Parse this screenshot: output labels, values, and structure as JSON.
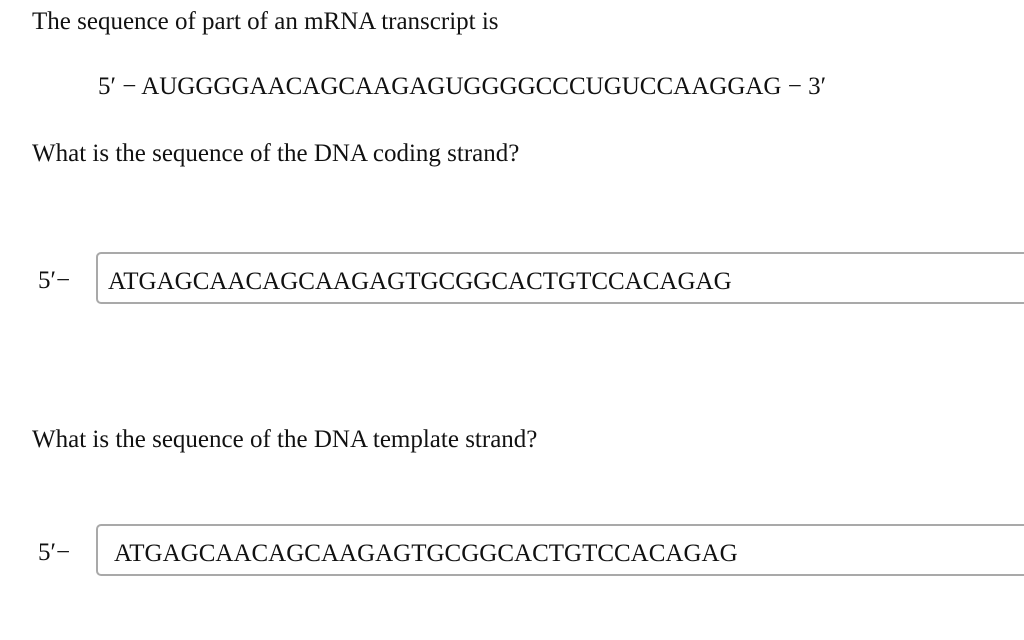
{
  "problem": {
    "intro": "The sequence of part of an mRNA transcript is",
    "mrna_sequence": "5′ − AUGGGGAACAGCAAGAGUGGGGCCCUGUCCAAGGAG − 3′"
  },
  "coding_question": {
    "prompt": "What is the sequence of the DNA coding strand?",
    "prefix": "5′−",
    "answer_value": "ATGAGCAACAGCAAGAGTGCGGCACTGTCCACAGAG"
  },
  "template_question": {
    "prompt": "What is the sequence of the DNA template strand?",
    "prefix": "5′−",
    "answer_value": "ATGAGCAACAGCAAGAGTGCGGCACTGTCCACAGAG"
  }
}
